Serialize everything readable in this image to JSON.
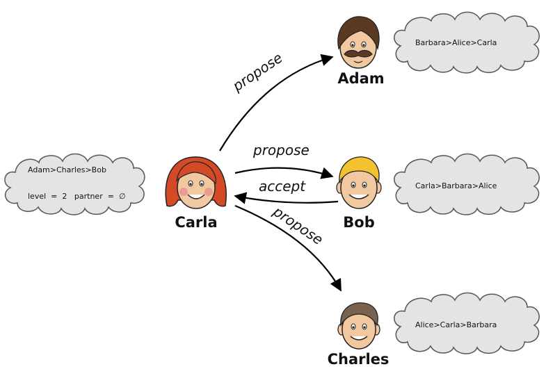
{
  "people": {
    "carla": {
      "name": "Carla",
      "preferences": "Adam>Charles>Bob",
      "level_label": "level",
      "level_value": "2",
      "partner_label": "partner",
      "partner_value": "∅"
    },
    "adam": {
      "name": "Adam",
      "preferences": "Barbara>Alice>Carla"
    },
    "bob": {
      "name": "Bob",
      "preferences": "Carla>Barbara>Alice"
    },
    "charles": {
      "name": "Charles",
      "preferences": "Alice>Carla>Barbara"
    }
  },
  "edges": {
    "carla_adam": "propose",
    "carla_bob": "propose",
    "bob_carla": "accept",
    "carla_charles": "propose"
  },
  "colors": {
    "cloud_fill": "#e4e4e4",
    "skin": "#f2c8a0",
    "carla_hair": "#d44a26",
    "adam_hair": "#5a3a22",
    "bob_hair": "#f4c230",
    "charles_hair": "#7a6250"
  }
}
